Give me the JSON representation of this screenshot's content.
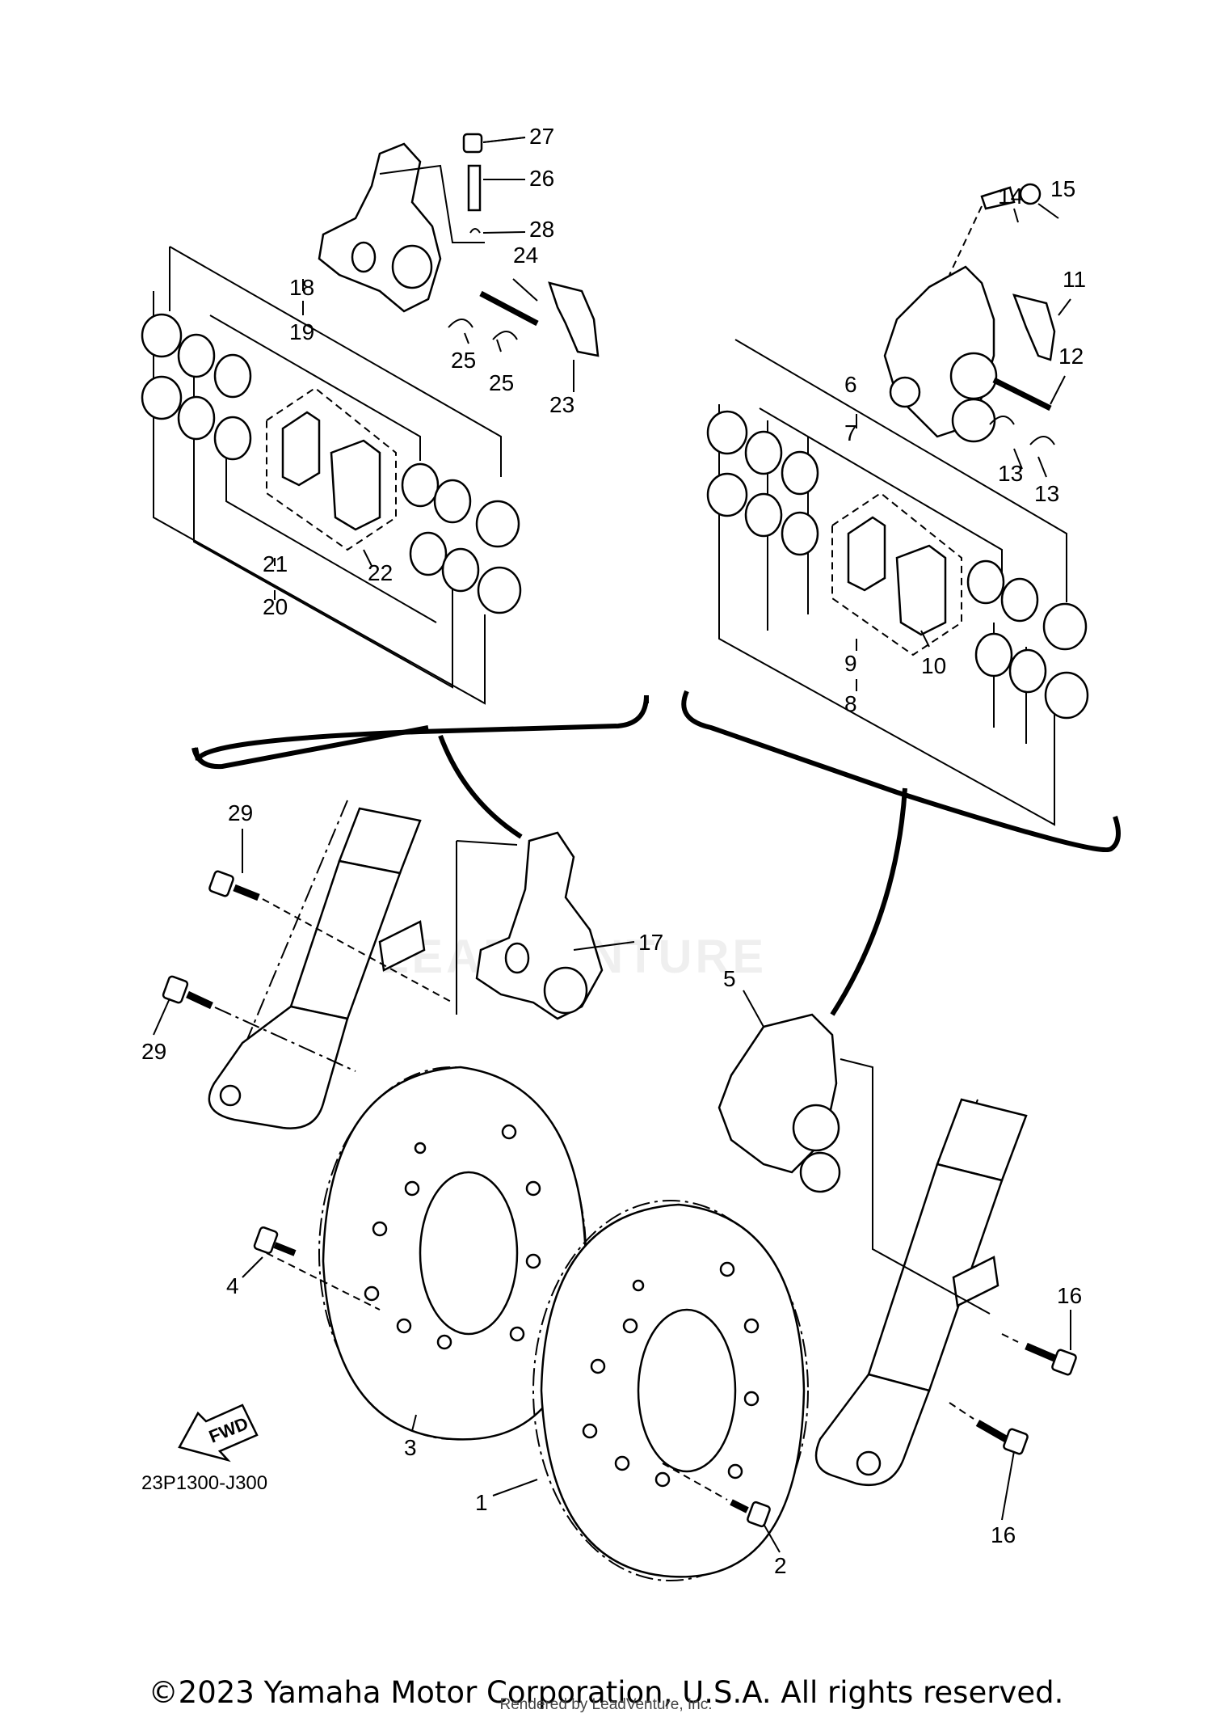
{
  "diagram": {
    "callouts": [
      {
        "id": "c1",
        "text": "1"
      },
      {
        "id": "c2",
        "text": "2"
      },
      {
        "id": "c3",
        "text": "3"
      },
      {
        "id": "c4",
        "text": "4"
      },
      {
        "id": "c5",
        "text": "5"
      },
      {
        "id": "c6",
        "text": "6"
      },
      {
        "id": "c7",
        "text": "7"
      },
      {
        "id": "c8",
        "text": "8"
      },
      {
        "id": "c9",
        "text": "9"
      },
      {
        "id": "c10",
        "text": "10"
      },
      {
        "id": "c11",
        "text": "11"
      },
      {
        "id": "c12",
        "text": "12"
      },
      {
        "id": "c13a",
        "text": "13"
      },
      {
        "id": "c13b",
        "text": "13"
      },
      {
        "id": "c14",
        "text": "14"
      },
      {
        "id": "c15",
        "text": "15"
      },
      {
        "id": "c16a",
        "text": "16"
      },
      {
        "id": "c16b",
        "text": "16"
      },
      {
        "id": "c17",
        "text": "17"
      },
      {
        "id": "c18",
        "text": "18"
      },
      {
        "id": "c19",
        "text": "19"
      },
      {
        "id": "c20",
        "text": "20"
      },
      {
        "id": "c21",
        "text": "21"
      },
      {
        "id": "c22",
        "text": "22"
      },
      {
        "id": "c23",
        "text": "23"
      },
      {
        "id": "c24",
        "text": "24"
      },
      {
        "id": "c25a",
        "text": "25"
      },
      {
        "id": "c25b",
        "text": "25"
      },
      {
        "id": "c26",
        "text": "26"
      },
      {
        "id": "c27",
        "text": "27"
      },
      {
        "id": "c28",
        "text": "28"
      },
      {
        "id": "c29a",
        "text": "29"
      },
      {
        "id": "c29b",
        "text": "29"
      }
    ],
    "fwd_label": "FWD",
    "diagram_code": "23P1300-J300",
    "watermark": "LEADVENTURE"
  },
  "footer": {
    "copyright": "©2023 Yamaha Motor Corporation, U.S.A. All rights reserved.",
    "rendered_by": "Rendered by LeadVenture, Inc."
  }
}
